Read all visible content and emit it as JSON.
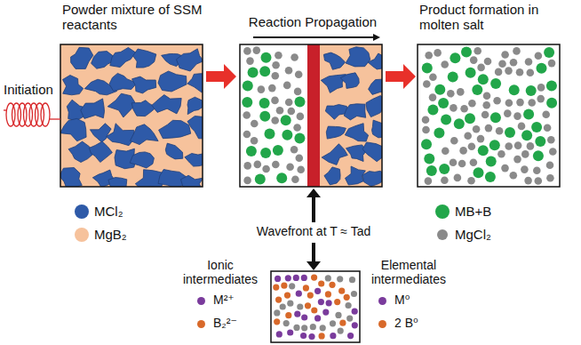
{
  "diagram": {
    "labels": [
      "Powder mixture of SSM reactants",
      "Reaction Propagation",
      "Product formation in molten salt",
      "Initiation",
      "Wavefront at T ≈ Tad",
      "Ionic intermediates",
      "Elemental intermediates"
    ],
    "legend": [
      {
        "text": "MCl₂",
        "color": "#2e5aa8"
      },
      {
        "text": "MgB₂",
        "color": "#f6c29c"
      },
      {
        "text": "MB+B",
        "color": "#22a64a"
      },
      {
        "text": "MgCl₂",
        "color": "#8a8a8a"
      },
      {
        "text": "M²⁺",
        "color": "#7a3b9c"
      },
      {
        "text": "B₂²⁻",
        "color": "#d8692a"
      },
      {
        "text": "M⁰",
        "color": "#7a3b9c"
      },
      {
        "text": "2 B⁰",
        "color": "#d8692a"
      }
    ]
  }
}
